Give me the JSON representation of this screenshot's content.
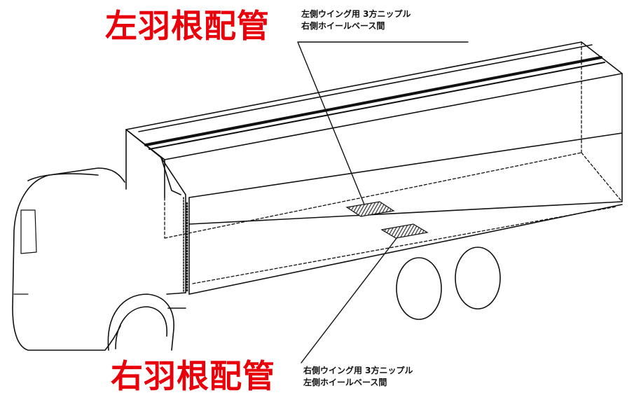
{
  "left_wing": {
    "title": "左羽根配管",
    "note_line1": "左側ウイング用 3方ニップル",
    "note_line2": "右側ホイールベース間"
  },
  "right_wing": {
    "title": "右羽根配管",
    "note_line1": "右側ウイング用 3方ニップル",
    "note_line2": "左側ホイールベース間"
  },
  "colors": {
    "title_red": "#e8000b",
    "line_black": "#111111",
    "background": "#ffffff"
  }
}
